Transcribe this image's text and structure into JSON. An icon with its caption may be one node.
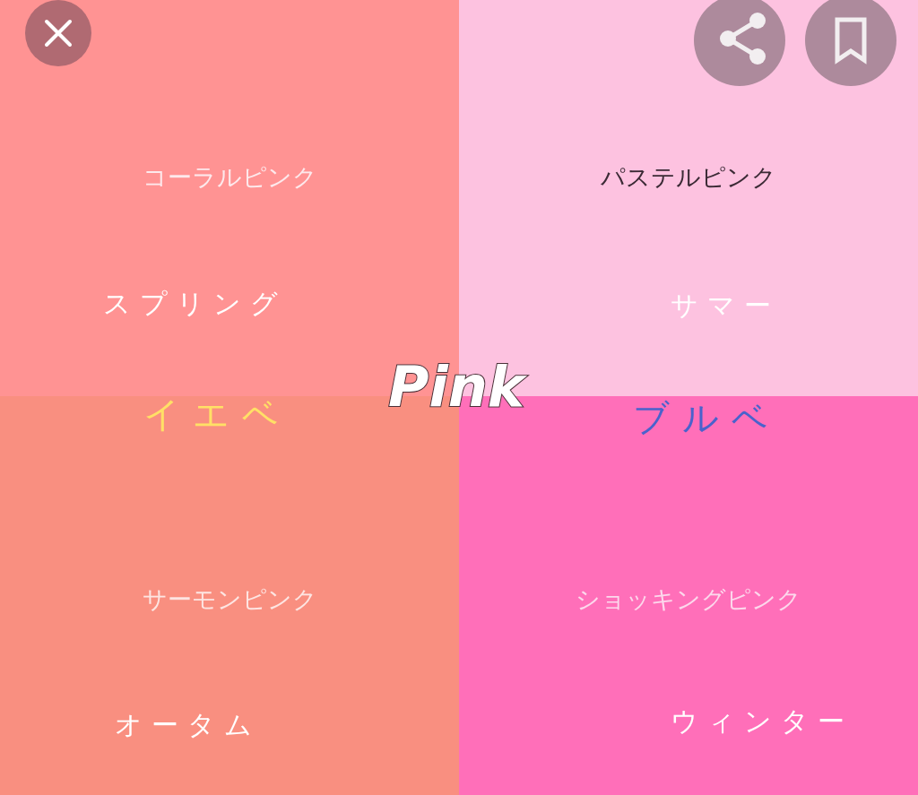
{
  "diagram": {
    "title": "Pink",
    "nodes": [
      {
        "text": [
          "コーラルピンク",
          "スプリング"
        ]
      },
      {
        "text": [
          "パステルピンク",
          "サマー"
        ]
      },
      {
        "text": [
          "サーモンピンク",
          "オータム"
        ]
      },
      {
        "text": [
          "ショッキングピンク",
          "ウィンター"
        ]
      }
    ],
    "labels": [
      "イエベ",
      "ブルベ"
    ]
  }
}
